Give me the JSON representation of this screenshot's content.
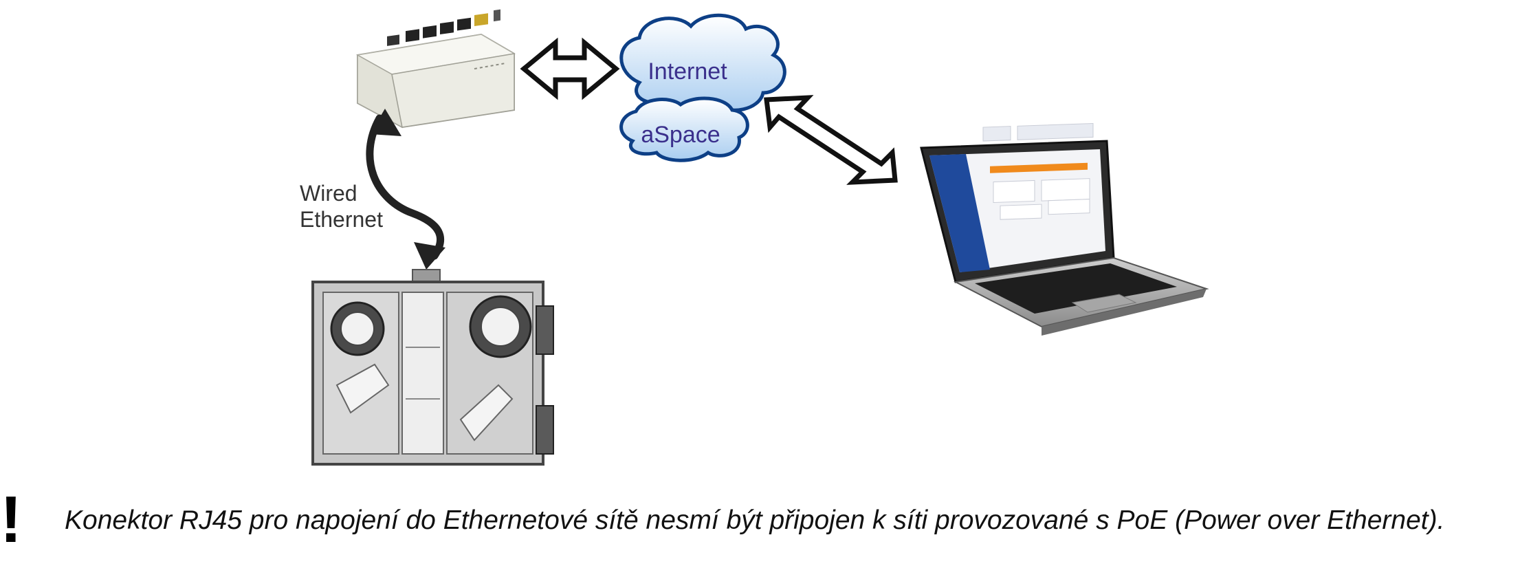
{
  "diagram": {
    "cloud_top_label": "Internet",
    "cloud_bottom_label": "aSpace",
    "connection_label_line1": "Wired",
    "connection_label_line2": "Ethernet"
  },
  "warning": {
    "symbol": "!",
    "text": "Konektor RJ45 pro napojení do Ethernetové sítě nesmí být připojen k síti provozované s PoE (Power over Ethernet)."
  }
}
